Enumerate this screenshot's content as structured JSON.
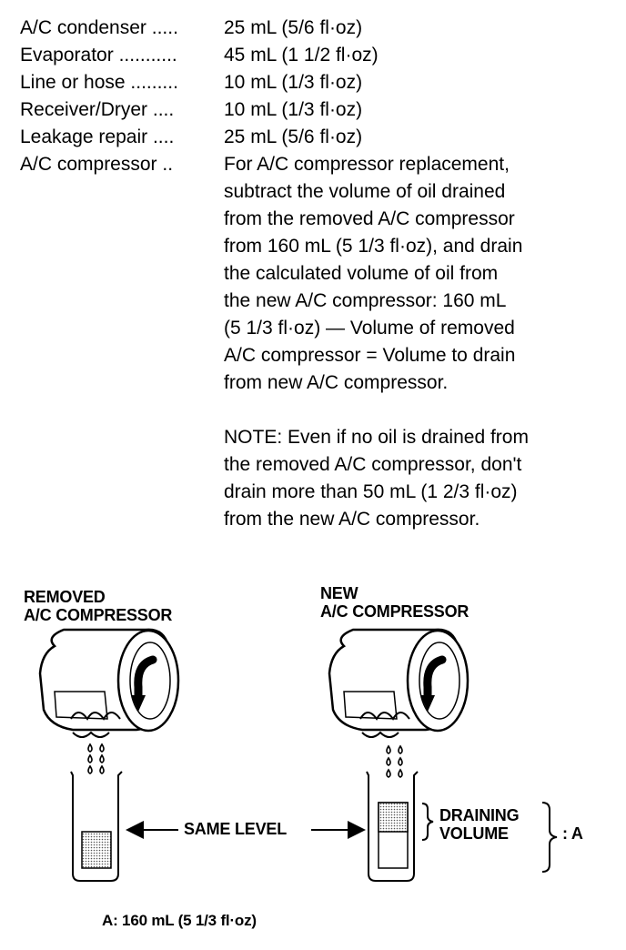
{
  "specs": [
    {
      "label": "A/C condenser",
      "leader": " .....",
      "value": "25 mL (5/6 fl·oz)"
    },
    {
      "label": "Evaporator",
      "leader": " ...........",
      "value": "45 mL (1 1/2 fl·oz)"
    },
    {
      "label": "Line or hose",
      "leader": " .........",
      "value": "10 mL (1/3 fl·oz)"
    },
    {
      "label": "Receiver/Dryer",
      "leader": " ....",
      "value": "10 mL (1/3 fl·oz)"
    },
    {
      "label": "Leakage repair",
      "leader": " ....",
      "value": "25 mL (5/6 fl·oz)"
    }
  ],
  "compressor": {
    "label": "A/C compressor",
    "leader": " ..",
    "lines": [
      "For A/C compressor replacement,",
      "subtract the volume of oil drained",
      "from the removed A/C compressor",
      "from 160 mL (5 1/3 fl·oz), and drain",
      "the calculated volume of oil from",
      "the new A/C compressor: 160 mL",
      "(5 1/3 fl·oz) — Volume of removed",
      "A/C compressor = Volume to drain",
      "from new A/C compressor."
    ],
    "note_lines": [
      "NOTE: Even if no oil is drained from",
      "the removed A/C compressor, don't",
      "drain more than 50 mL (1 2/3 fl·oz)",
      "from the new A/C compressor."
    ]
  },
  "diagram": {
    "removed_title": [
      "REMOVED",
      "A/C COMPRESSOR"
    ],
    "new_title": [
      "NEW",
      "A/C COMPRESSOR"
    ],
    "same_level": "SAME LEVEL",
    "draining_volume": [
      "DRAINING",
      "VOLUME"
    ],
    "bracket_label": ": A",
    "footnote": "A: 160 mL (5 1/3 fl·oz)",
    "icons": [
      "compressor-icon",
      "rotation-arrow-icon",
      "oil-drop-icon",
      "graduated-cylinder-icon",
      "arrow-icon",
      "bracket-icon"
    ]
  }
}
